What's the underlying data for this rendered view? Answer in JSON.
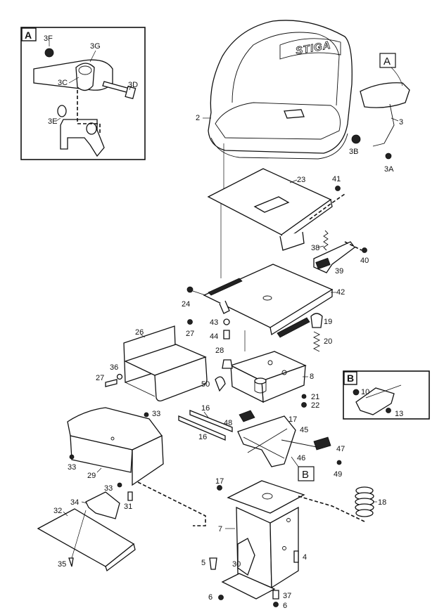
{
  "brand": "STIGA",
  "insets": {
    "A": {
      "tag": "A",
      "labels": [
        "3F",
        "3G",
        "3C",
        "3D",
        "3E"
      ]
    },
    "B": {
      "tag": "B",
      "labels": [
        "10",
        "13"
      ]
    }
  },
  "callouts": {
    "A": "A",
    "B": "B"
  },
  "part_labels": {
    "p2": "2",
    "p3": "3",
    "p3A": "3A",
    "p3B": "3B",
    "p23": "23",
    "p41": "41",
    "p38": "38",
    "p40": "40",
    "p39": "39",
    "p24": "24",
    "p42": "42",
    "p43": "43",
    "p44": "44",
    "p19": "19",
    "p20": "20",
    "p26": "26",
    "p27a": "27",
    "p28": "28",
    "p8": "8",
    "p36": "36",
    "p27b": "27",
    "p50": "50",
    "p21": "21",
    "p22": "22",
    "p16a": "16",
    "p16b": "16",
    "p17a": "17",
    "p45": "45",
    "p48": "48",
    "p47": "47",
    "p46": "46",
    "p49": "49",
    "p33a": "33",
    "p33b": "33",
    "p29": "29",
    "p33c": "33",
    "p31": "31",
    "p17b": "17",
    "p18": "18",
    "p34": "34",
    "p32": "32",
    "p7": "7",
    "p5": "5",
    "p30": "30",
    "p4": "4",
    "p35": "35",
    "p6a": "6",
    "p37": "37",
    "p6b": "6"
  }
}
